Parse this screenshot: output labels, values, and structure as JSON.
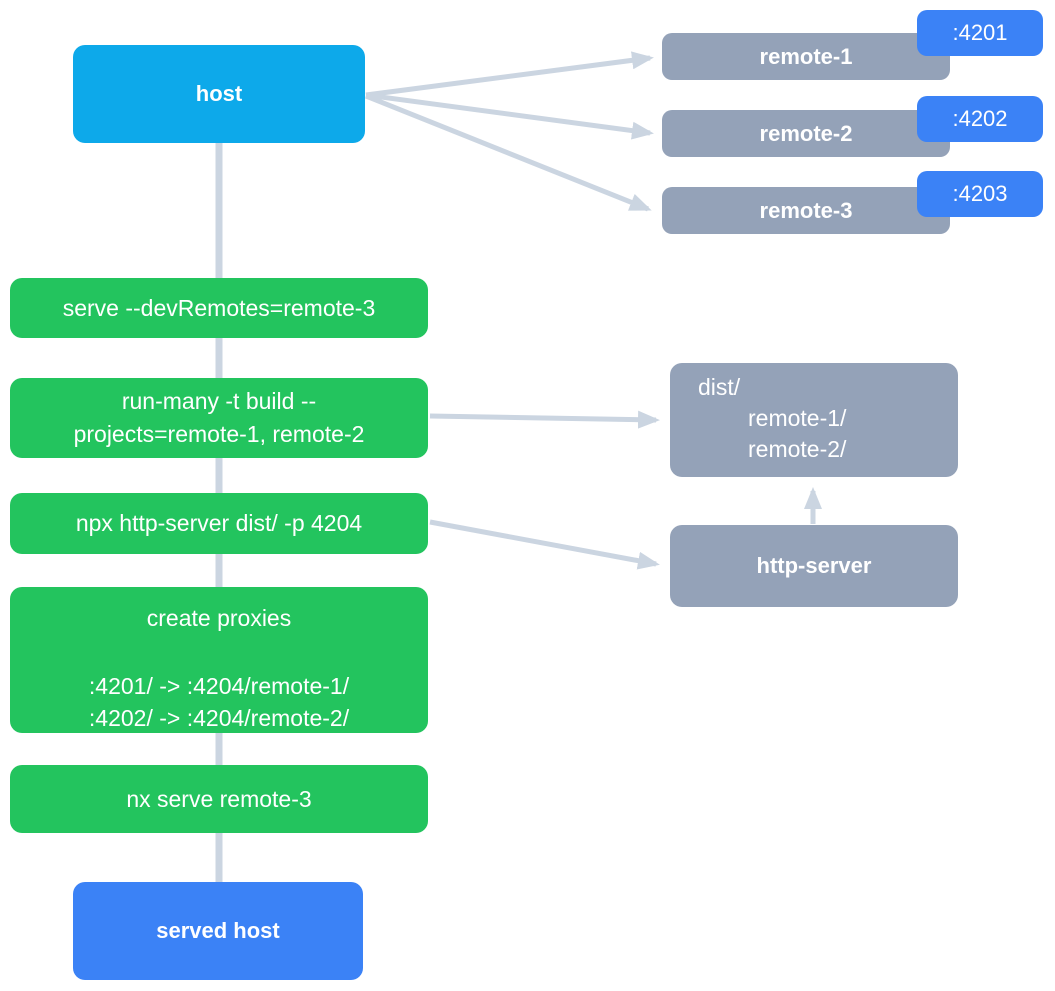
{
  "colors": {
    "host_fill": "#0da9ea",
    "step_fill": "#23c45e",
    "node_fill": "#94a2b8",
    "port_fill": "#3b82f6",
    "served_host_fill": "#3b82f6",
    "connector": "#cbd5e1",
    "text": "#ffffff",
    "background": "#ffffff"
  },
  "host": {
    "label": "host"
  },
  "remotes": [
    {
      "label": "remote-1",
      "port": ":4201"
    },
    {
      "label": "remote-2",
      "port": ":4202"
    },
    {
      "label": "remote-3",
      "port": ":4203"
    }
  ],
  "steps": {
    "serve": {
      "label": "serve --devRemotes=remote-3"
    },
    "build": {
      "line1": "run-many -t build --",
      "line2": "projects=remote-1, remote-2"
    },
    "http": {
      "label": "npx http-server dist/ -p 4204"
    },
    "proxies": {
      "title": "create proxies",
      "map1": ":4201/ -> :4204/remote-1/",
      "map2": ":4202/ -> :4204/remote-2/"
    },
    "nx_serve": {
      "label": "nx serve remote-3"
    }
  },
  "dist": {
    "root": "dist/",
    "child1": "remote-1/",
    "child2": "remote-2/"
  },
  "http_server": {
    "label": "http-server"
  },
  "served_host": {
    "label": "served host"
  }
}
